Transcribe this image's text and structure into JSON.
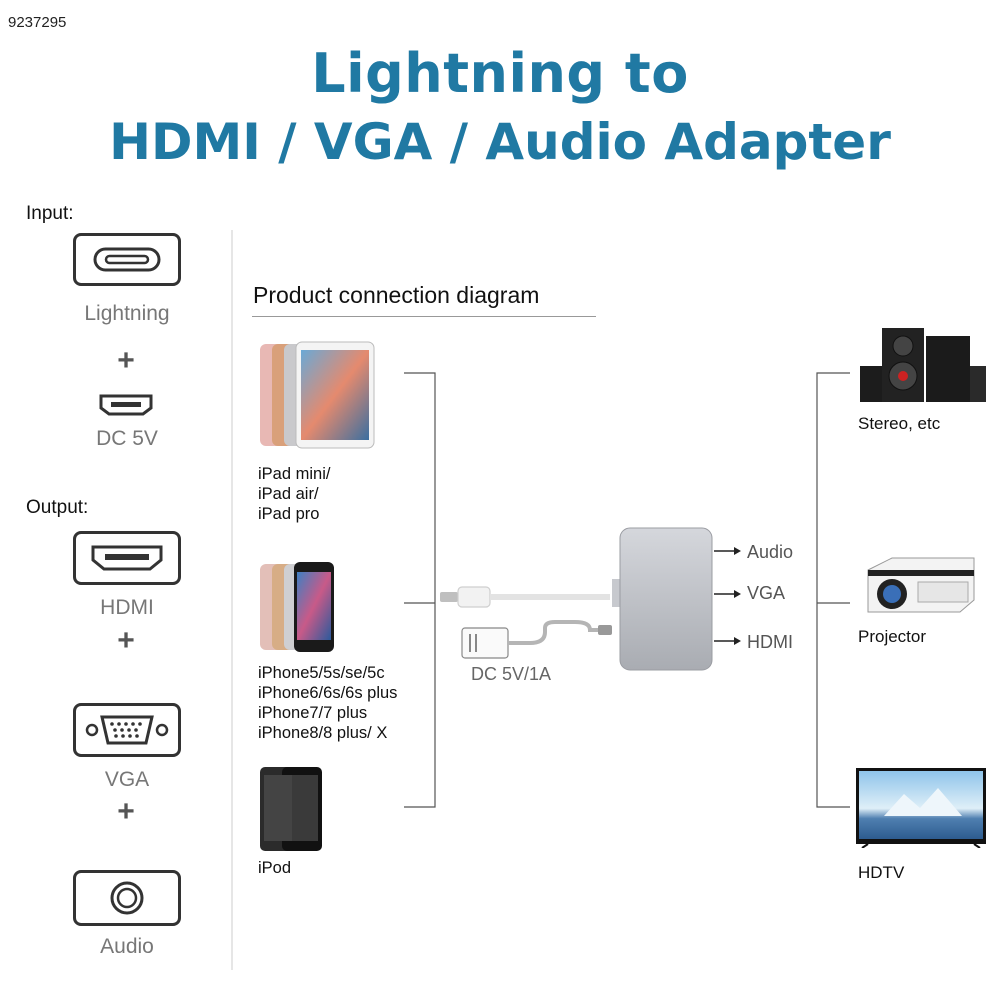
{
  "header": {
    "id_number": "9237295",
    "title_line1": "Lightning to",
    "title_line2": "HDMI / VGA / Audio Adapter"
  },
  "left_panel": {
    "input_heading": "Input:",
    "output_heading": "Output:",
    "plus": "+",
    "ports": {
      "lightning": "Lightning",
      "dc5v": "DC 5V",
      "hdmi": "HDMI",
      "vga": "VGA",
      "audio": "Audio"
    }
  },
  "diagram": {
    "title": "Product connection diagram",
    "devices": {
      "ipad": [
        "iPad mini/",
        "iPad air/",
        "iPad pro"
      ],
      "iphone": [
        "iPhone5/5s/se/5c",
        "iPhone6/6s/6s plus",
        "iPhone7/7 plus",
        "iPhone8/8 plus/ X"
      ],
      "ipod": [
        "iPod"
      ]
    },
    "power_label": "DC 5V/1A",
    "outputs": [
      "Audio",
      "VGA",
      "HDMI"
    ],
    "destinations": {
      "stereo": "Stereo, etc",
      "projector": "Projector",
      "hdtv": "HDTV"
    }
  },
  "colors": {
    "title": "#2079a3",
    "adapter": "#c4c6cb",
    "port_border": "#333333"
  }
}
